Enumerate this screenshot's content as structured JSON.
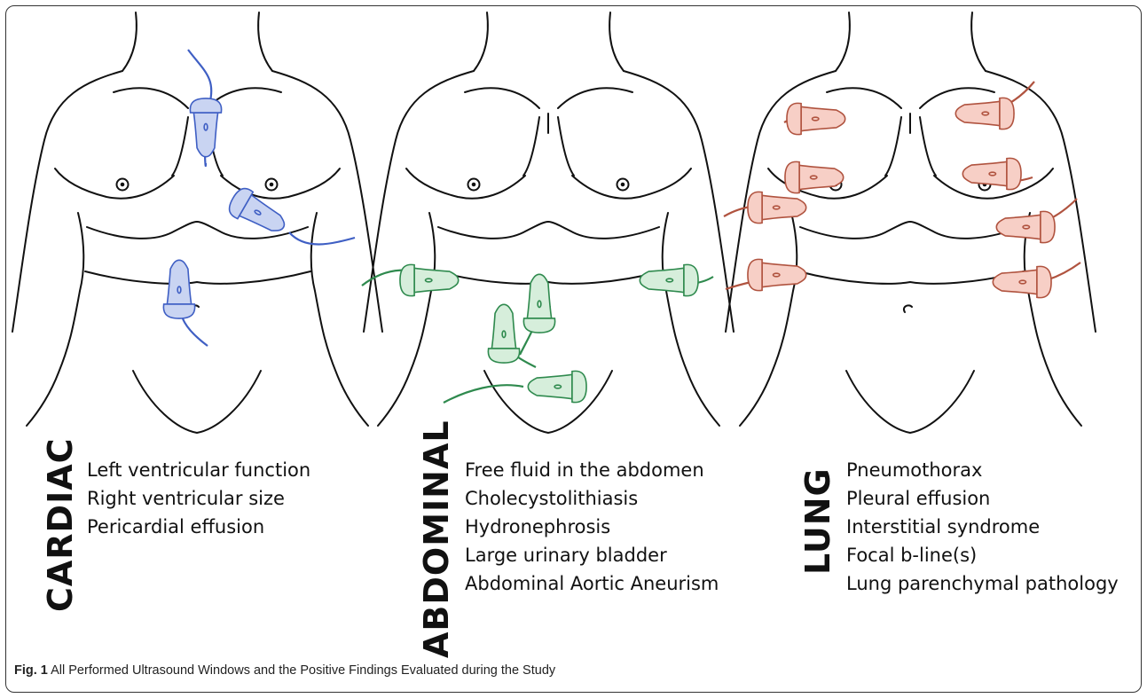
{
  "panels": [
    {
      "id": "cardiac",
      "title": "CARDIAC",
      "probe_color": "#3f5fc4",
      "probe_fill": "#c9d4f2",
      "findings": [
        "Left ventricular function",
        "Right ventricular size",
        "Pericardial effusion"
      ]
    },
    {
      "id": "abdominal",
      "title": "ABDOMINAL",
      "probe_color": "#2f8a4e",
      "probe_fill": "#d6eedb",
      "findings": [
        "Free fluid in the abdomen",
        "Cholecystolithiasis",
        "Hydronephrosis",
        "Large urinary bladder",
        "Abdominal Aortic Aneurism"
      ]
    },
    {
      "id": "lung",
      "title": "LUNG",
      "probe_color": "#b0533f",
      "probe_fill": "#f7cfc6",
      "findings": [
        "Pneumothorax",
        "Pleural effusion",
        "Interstitial syndrome",
        "Focal b-line(s)",
        "Lung parenchymal pathology"
      ]
    }
  ],
  "caption": {
    "label": "Fig. 1",
    "text": "All Performed Ultrasound Windows and the Positive Findings Evaluated during the Study"
  }
}
